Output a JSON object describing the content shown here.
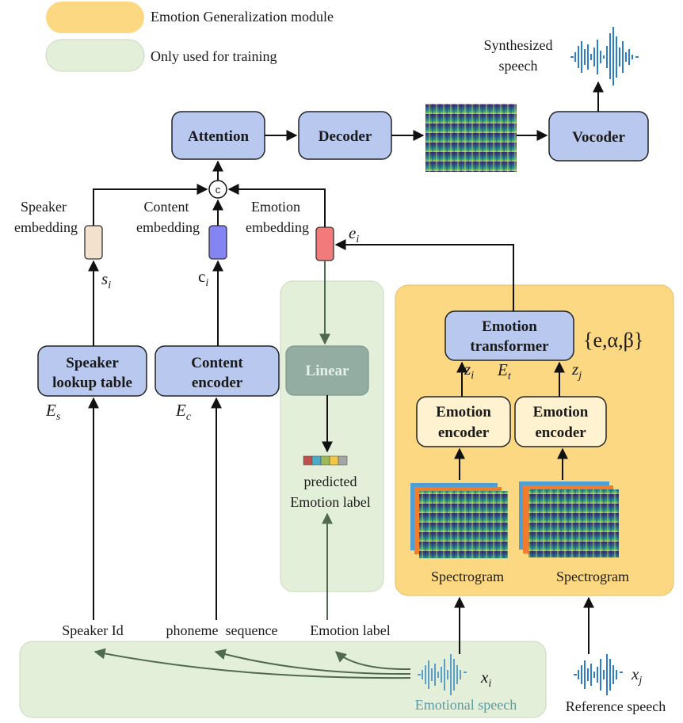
{
  "legend": {
    "emotion_generalization": "Emotion Generalization module",
    "training_only": "Only used for training"
  },
  "colors": {
    "blue_box": "#b8c8ef",
    "emotion_module_bg": "#fcd882",
    "training_bg": "#e4efd9",
    "emotion_encoder_box": "#fff2d0",
    "linear_box": "#93ada3",
    "speaker_emb": "#f3e0cd",
    "content_emb": "#8484f2",
    "emotion_emb": "#f27a7a",
    "audio_wave": "#2d7fc9"
  },
  "top": {
    "attention": "Attention",
    "decoder": "Decoder",
    "vocoder": "Vocoder",
    "synth_line1": "Synthesized",
    "synth_line2": "speech",
    "concat_symbol": "c"
  },
  "embeddings": {
    "speaker_line1": "Speaker",
    "speaker_line2": "embedding",
    "content_line1": "Content",
    "content_line2": "embedding",
    "emotion_line1": "Emotion",
    "emotion_line2": "embedding",
    "s_sym": "s",
    "s_sub": "i",
    "c_sym": "c",
    "c_sub": "i",
    "e_sym": "e",
    "e_sub": "i"
  },
  "encoders": {
    "speaker_table_line1": "Speaker",
    "speaker_table_line2": "lookup table",
    "es_sym": "E",
    "es_sub": "s",
    "content_enc_line1": "Content",
    "content_enc_line2": "encoder",
    "ec_sym": "E",
    "ec_sub": "c",
    "linear": "Linear",
    "predicted_line1": "predicted",
    "predicted_line2": "Emotion label"
  },
  "emotion_module": {
    "transformer_line1": "Emotion",
    "transformer_line2": "transformer",
    "params": "{e,α,β}",
    "zi_sym": "z",
    "zi_sub": "i",
    "et_sym": "E",
    "et_sub": "t",
    "zj_sym": "z",
    "zj_sub": "j",
    "encoder_line1": "Emotion",
    "encoder_line2": "encoder",
    "spectrogram": "Spectrogram"
  },
  "inputs": {
    "speaker_id": "Speaker Id",
    "phoneme_sequence": "phoneme  sequence",
    "emotion_label": "Emotion label",
    "emotional_speech": "Emotional speech",
    "reference_speech": "Reference speech",
    "xi_sym": "x",
    "xi_sub": "i",
    "xj_sym": "x",
    "xj_sub": "j"
  }
}
